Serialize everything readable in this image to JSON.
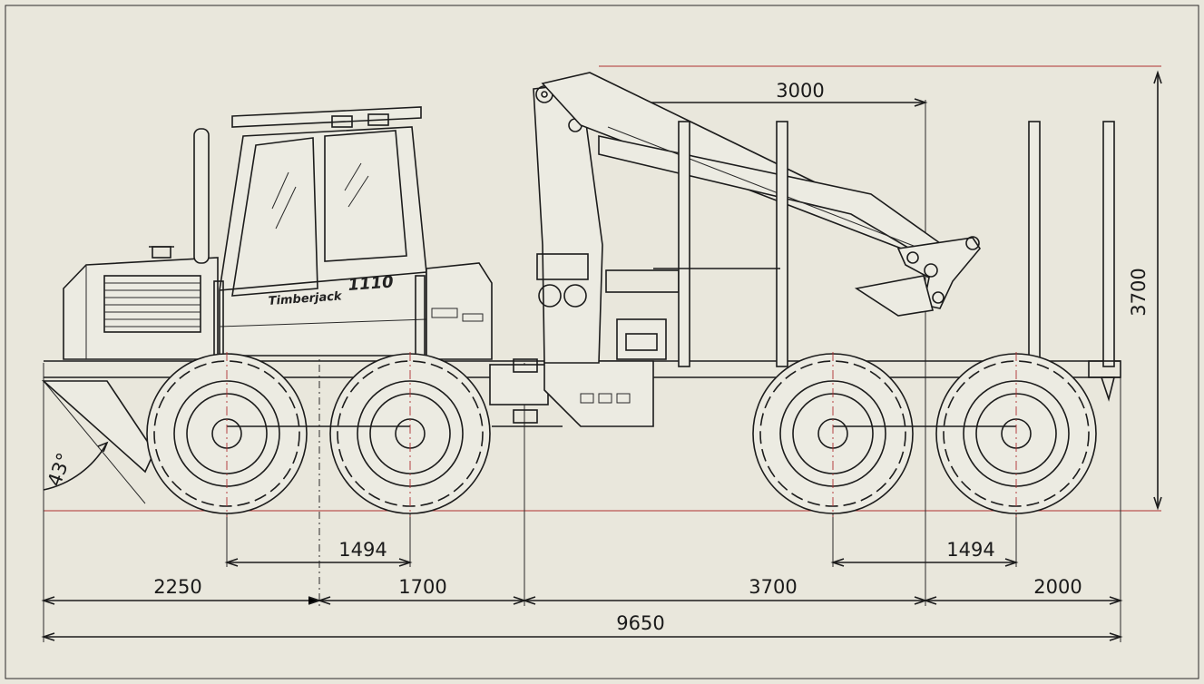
{
  "dimensions": {
    "boom_reach": "3000",
    "overall_height": "3700",
    "front_bogie": "1494",
    "rear_bogie": "1494",
    "front_overhang": "2250",
    "front_to_joint": "1700",
    "joint_to_rear": "3700",
    "rear_overhang": "2000",
    "overall_length": "9650",
    "approach_angle": "43°"
  },
  "machine": {
    "brand_label": "Timberjack",
    "model_label": "1110"
  },
  "colors": {
    "paper": "#e9e7dc",
    "line": "#1c1c1c",
    "dimension_accent": "#b03030"
  }
}
